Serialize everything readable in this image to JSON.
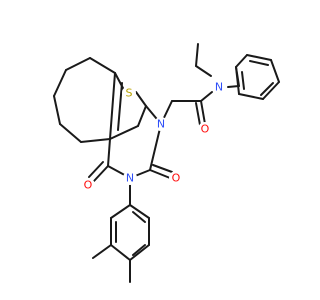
{
  "colors": {
    "bond": "#1a1a1a",
    "nitrogen": "#3050f8",
    "oxygen": "#ff0d0d",
    "sulfur": "#b8a200",
    "background": "#ffffff"
  },
  "atom_labels": {
    "sulfur": "S",
    "nitrogen_amide": "N",
    "nitrogen_ring_1": "N",
    "nitrogen_ring_3": "N",
    "oxygen_amide": "O",
    "oxygen_c2": "O",
    "oxygen_c4": "O"
  }
}
